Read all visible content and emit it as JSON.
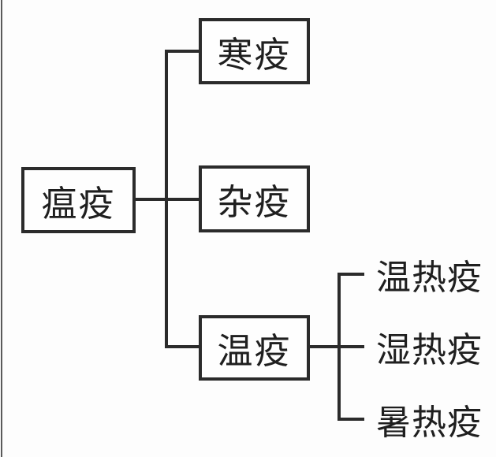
{
  "diagram": {
    "title": "epidemic-classification-tree",
    "root": {
      "label": "瘟疫"
    },
    "children": [
      {
        "label": "寒疫"
      },
      {
        "label": "杂疫"
      },
      {
        "label": "温疫"
      }
    ],
    "leaves": [
      {
        "label": "温热疫"
      },
      {
        "label": "湿热疫"
      },
      {
        "label": "暑热疫"
      }
    ],
    "colors": {
      "line": "#2b2b2b",
      "text": "#1f1f1f",
      "background": "#fdfdfd",
      "scan_edge": "#5a5a5a"
    }
  }
}
